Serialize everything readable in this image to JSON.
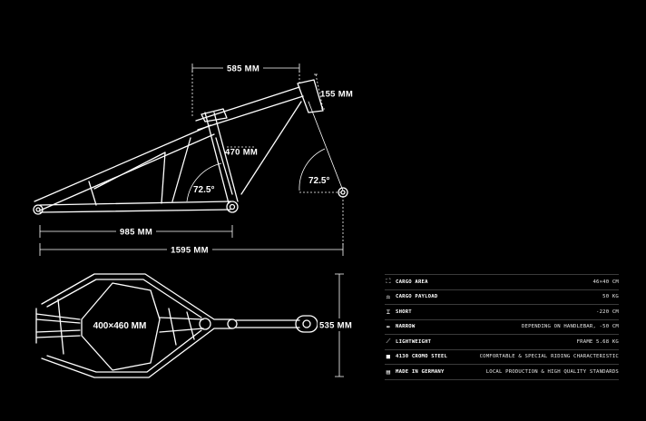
{
  "colors": {
    "background": "#000000",
    "line": "#ffffff",
    "divider": "#3a3a3a"
  },
  "side_view": {
    "dims": {
      "top_tube": "585 MM",
      "head_tube": "155 MM",
      "seat_tube": "470 MM",
      "chainstay": "985 MM",
      "wheelbase": "1595 MM"
    },
    "angles": {
      "seat": "72.5°",
      "head": "72.5°"
    }
  },
  "top_view": {
    "cargo_area": "400×460 MM",
    "width": "535 MM"
  },
  "specs": [
    {
      "icon": "expand-icon",
      "glyph": "⛶",
      "name": "CARGO AREA",
      "value": "46×40 CM"
    },
    {
      "icon": "scale-icon",
      "glyph": "⚖",
      "name": "CARGO PAYLOAD",
      "value": "50 KG"
    },
    {
      "icon": "compress-icon",
      "glyph": "⌶",
      "name": "SHORT",
      "value": "-220 CM"
    },
    {
      "icon": "narrow-icon",
      "glyph": "⇹",
      "name": "NARROW",
      "value": "DEPENDING ON HANDLEBAR, -50 CM"
    },
    {
      "icon": "feather-icon",
      "glyph": "⟋",
      "name": "LIGHTWEIGHT",
      "value": "FRAME 5.68 KG"
    },
    {
      "icon": "square-icon",
      "glyph": "■",
      "name": "4130 CROMO STEEL",
      "value": "COMFORTABLE & SPECIAL RIDING CHARACTERISTIC"
    },
    {
      "icon": "flag-icon",
      "glyph": "▤",
      "name": "MADE IN GERMANY",
      "value": "LOCAL PRODUCTION & HIGH QUALITY STANDARDS"
    }
  ]
}
